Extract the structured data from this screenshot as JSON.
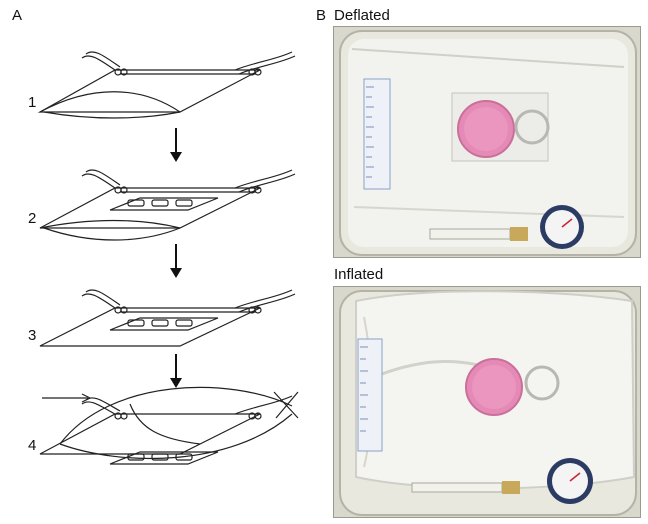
{
  "panel_a": {
    "label": "A",
    "steps": [
      "1",
      "2",
      "3",
      "4"
    ]
  },
  "panel_b": {
    "label": "B",
    "top_caption": "Deflated",
    "bottom_caption": "Inflated"
  },
  "colors": {
    "tray": "#d8d7cb",
    "tray_inner": "#e9e8de",
    "bag_film": "#f2f2ee",
    "dish_liquid": "#e58ab6",
    "gauge_blue": "#2c3b64",
    "syringe_tip": "#c8a85a"
  }
}
